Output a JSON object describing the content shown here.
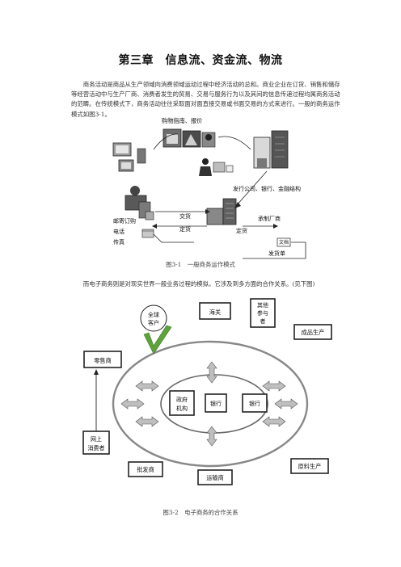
{
  "document": {
    "title": "第三章　信息流、资金流、物流",
    "paragraph1": "商务活动是商品从生产领域向消费领域运动过程中经济活动的总和。商业企业在订货、销售和储存等经营活动中与生产厂商、消费者发生的贸易、交易与服务行为以及其间的信息传递过程均属商务活动的范畴。在传统模式下，商务活动往往采取面对面直接交易或书面交易的方式来进行。一般的商务运作模式如图3-1。",
    "paragraph2": "而电子商务则是对现实世界一般业务过程的模拟，它涉及到多方面的合作关系。(见下图)",
    "figure1": {
      "caption": "图3-1　一般商务运作模式",
      "labels": {
        "top": "购物指南、报价",
        "right": "发行公司、银行、金融结构",
        "left1": "邮寄订购",
        "left2": "电话",
        "left3": "传真",
        "deliver": "交货",
        "order_mid": "定货",
        "order_right": "定货",
        "manufacturer": "承制厂商",
        "invoice": "发货单",
        "file": "文档"
      }
    },
    "figure2": {
      "caption": "图3-2　电子商务的合作关系",
      "nodes": {
        "global_customer": "全球客户",
        "customs": "海关",
        "other": "其他参与者",
        "finished": "成品生产",
        "retailer": "零售商",
        "government": "政府机构",
        "bank1": "银行",
        "bank2": "银行",
        "online_consumer": "网上消费者",
        "wholesaler": "批发商",
        "transport": "运输商",
        "raw": "原料生产"
      }
    }
  }
}
